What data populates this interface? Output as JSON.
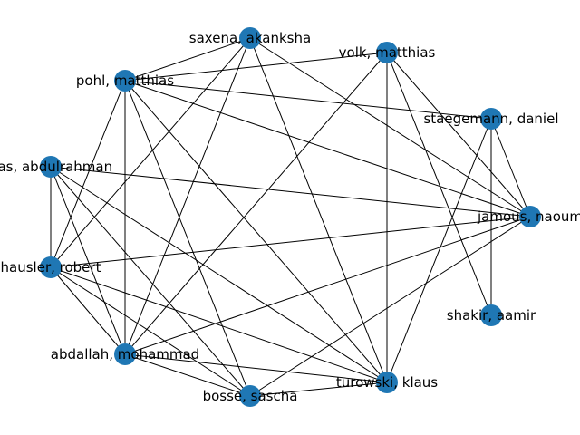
{
  "graph": {
    "node_color": "#1f77b4",
    "edge_color": "#000000",
    "nodes": [
      {
        "id": "saxena",
        "label": "saxena, akanksha"
      },
      {
        "id": "volk",
        "label": "volk, matthias"
      },
      {
        "id": "pohl",
        "label": "pohl, matthias"
      },
      {
        "id": "staegemann",
        "label": "staegemann, daniel"
      },
      {
        "id": "abdulrahman",
        "label": "nas, abdulrahman"
      },
      {
        "id": "jamous",
        "label": "jamous, naoum"
      },
      {
        "id": "hausler",
        "label": "hausler, robert"
      },
      {
        "id": "shakir",
        "label": "shakir, aamir"
      },
      {
        "id": "abdallah",
        "label": "abdallah, mohammad"
      },
      {
        "id": "turowski",
        "label": "turowski, klaus"
      },
      {
        "id": "bosse",
        "label": "bosse, sascha"
      }
    ],
    "edges": [
      [
        "saxena",
        "pohl"
      ],
      [
        "saxena",
        "jamous"
      ],
      [
        "saxena",
        "hausler"
      ],
      [
        "saxena",
        "abdallah"
      ],
      [
        "saxena",
        "turowski"
      ],
      [
        "volk",
        "pohl"
      ],
      [
        "volk",
        "jamous"
      ],
      [
        "volk",
        "shakir"
      ],
      [
        "volk",
        "turowski"
      ],
      [
        "volk",
        "abdallah"
      ],
      [
        "pohl",
        "staegemann"
      ],
      [
        "pohl",
        "jamous"
      ],
      [
        "pohl",
        "hausler"
      ],
      [
        "pohl",
        "abdallah"
      ],
      [
        "pohl",
        "turowski"
      ],
      [
        "pohl",
        "bosse"
      ],
      [
        "staegemann",
        "jamous"
      ],
      [
        "staegemann",
        "shakir"
      ],
      [
        "staegemann",
        "turowski"
      ],
      [
        "abdulrahman",
        "hausler"
      ],
      [
        "abdulrahman",
        "jamous"
      ],
      [
        "abdulrahman",
        "abdallah"
      ],
      [
        "abdulrahman",
        "turowski"
      ],
      [
        "abdulrahman",
        "bosse"
      ],
      [
        "jamous",
        "hausler"
      ],
      [
        "jamous",
        "abdallah"
      ],
      [
        "jamous",
        "bosse"
      ],
      [
        "hausler",
        "abdallah"
      ],
      [
        "hausler",
        "bosse"
      ],
      [
        "hausler",
        "turowski"
      ],
      [
        "abdallah",
        "turowski"
      ],
      [
        "abdallah",
        "bosse"
      ],
      [
        "turowski",
        "bosse"
      ]
    ]
  }
}
